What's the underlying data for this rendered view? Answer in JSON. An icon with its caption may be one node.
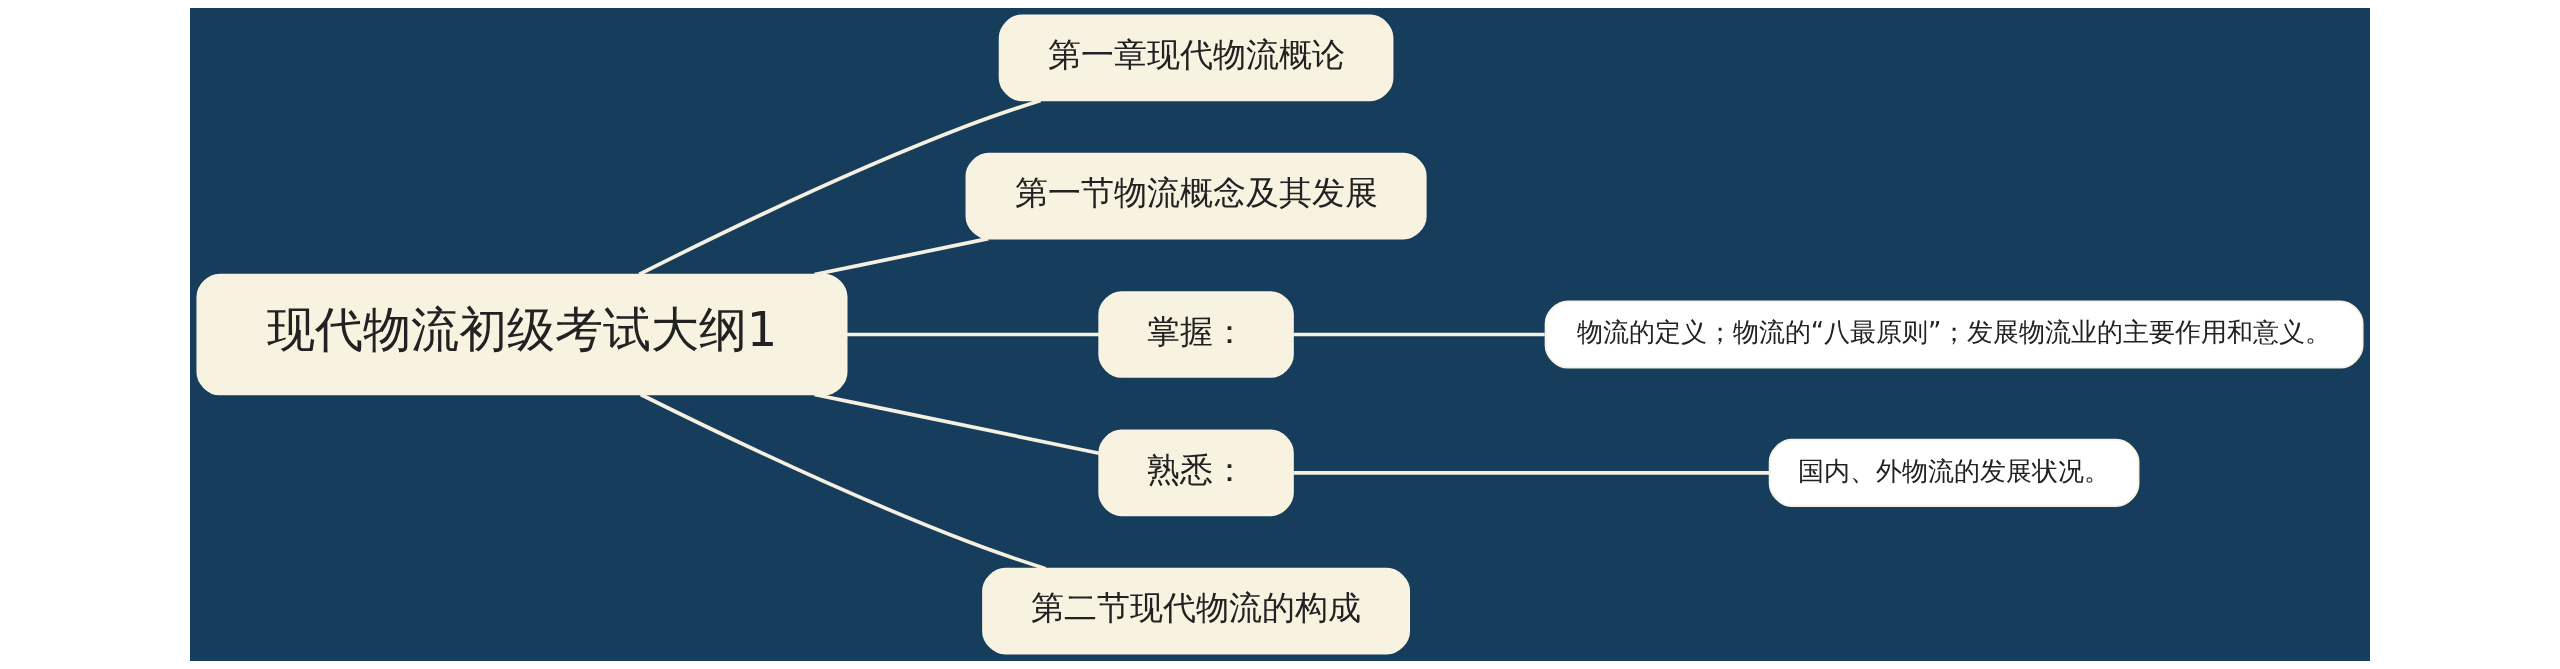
{
  "diagram": {
    "nodes": [
      {
        "text": [
          "现代物流初级考试大纲1"
        ]
      },
      {
        "text": [
          "第一章现代物流概论"
        ]
      },
      {
        "text": [
          "第一节物流概念及其发展"
        ]
      },
      {
        "text": [
          "掌握："
        ]
      },
      {
        "text": [
          "物流的定义；物流的“八最原则”；发展物流业的主要作用和意义。"
        ]
      },
      {
        "text": [
          "熟悉："
        ]
      },
      {
        "text": [
          "国内、外物流的发展状况。"
        ]
      },
      {
        "text": [
          "第二节现代物流的构成"
        ]
      }
    ],
    "edges": [
      {
        "from": 0,
        "to": 1,
        "arrow": "none"
      },
      {
        "from": 0,
        "to": 2,
        "arrow": "none"
      },
      {
        "from": 0,
        "to": 3,
        "arrow": "none"
      },
      {
        "from": 3,
        "to": 4,
        "arrow": "none"
      },
      {
        "from": 0,
        "to": 5,
        "arrow": "none"
      },
      {
        "from": 5,
        "to": 6,
        "arrow": "none"
      },
      {
        "from": 0,
        "to": 7,
        "arrow": "none"
      }
    ]
  }
}
